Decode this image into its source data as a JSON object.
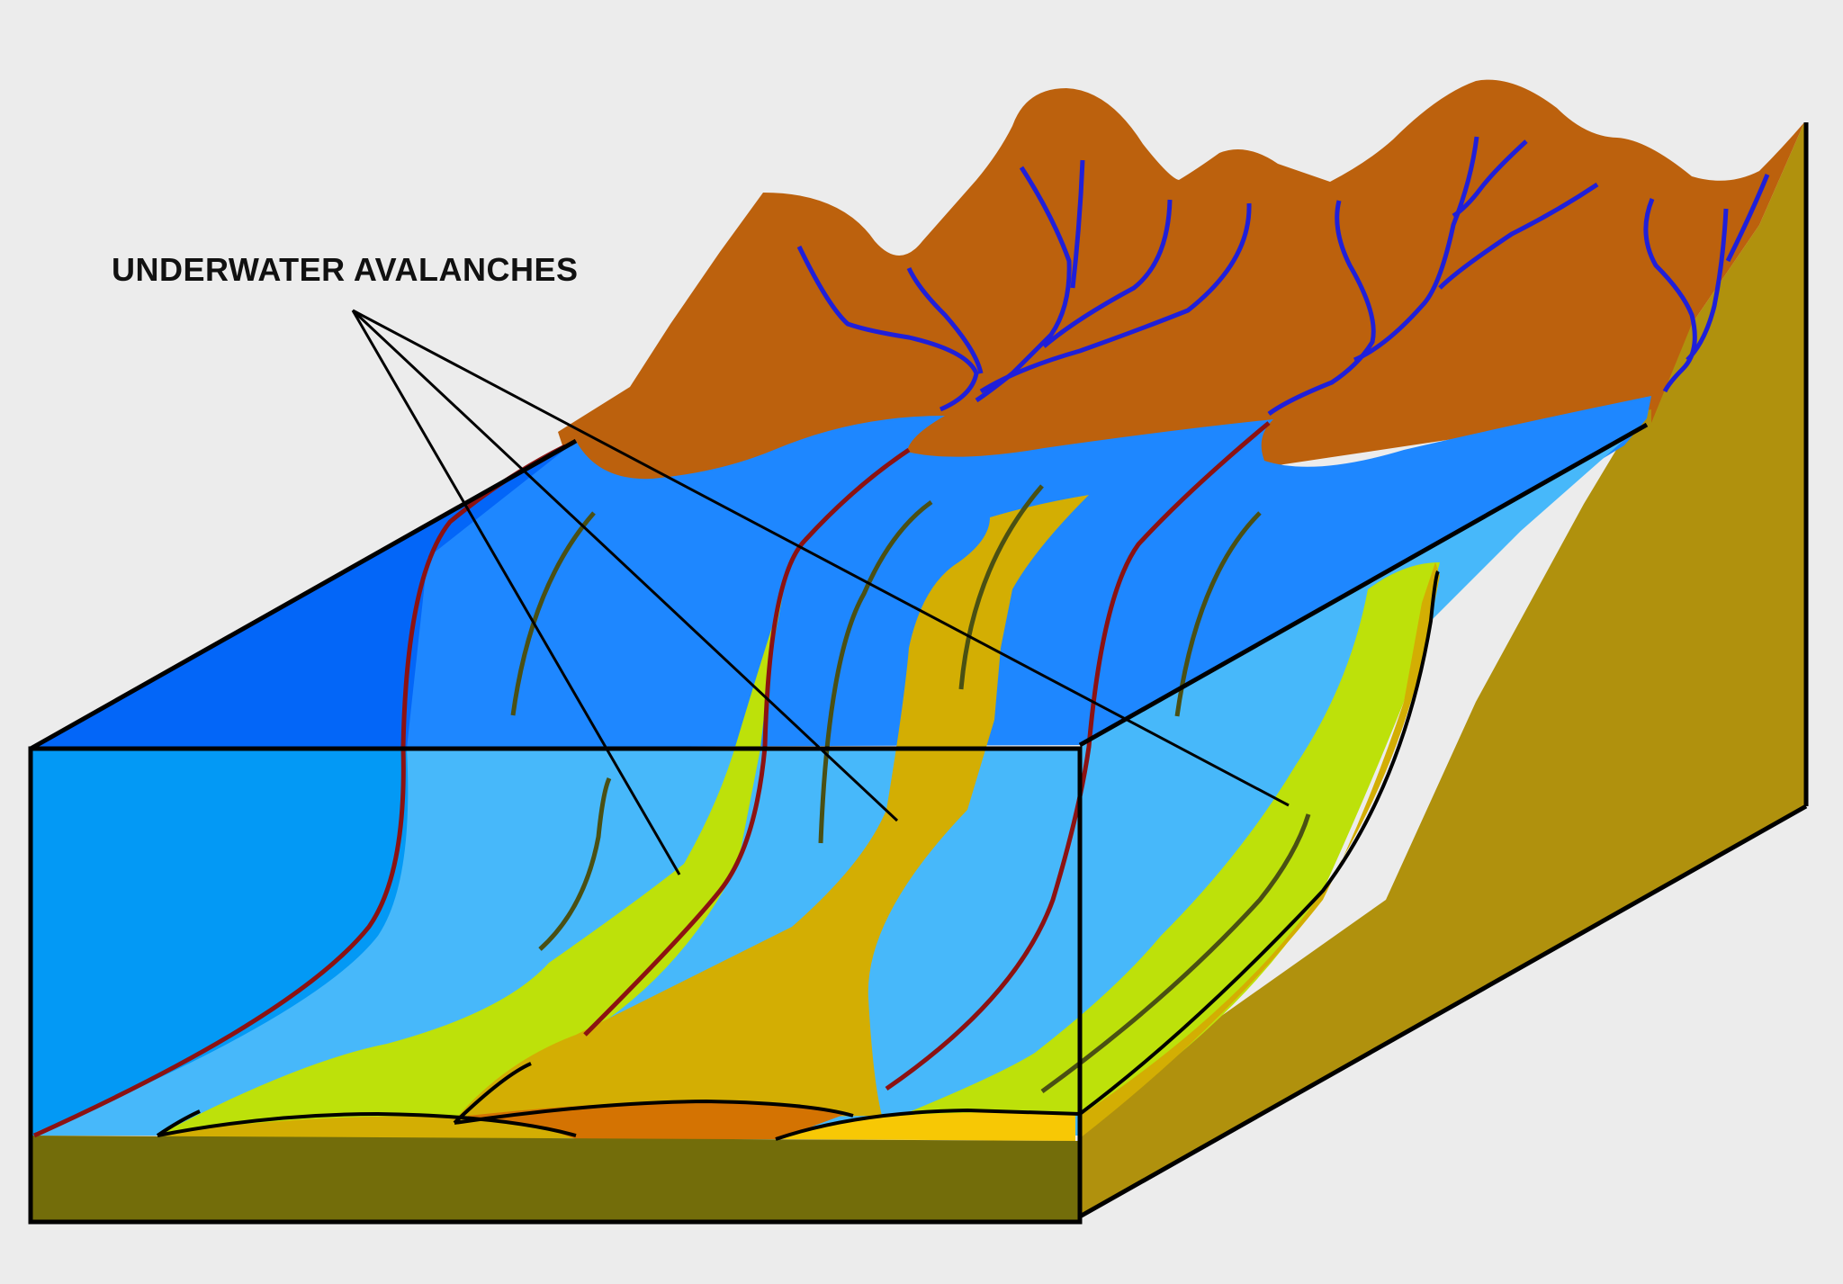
{
  "callout": {
    "label": "UNDERWATER AVALANCHES"
  },
  "colors": {
    "background": "#ececec",
    "mountains": "#bc610d",
    "river": "#1f1fd9",
    "shallow_water": "#1e87ff",
    "water_top_dark": "#0366f8",
    "water_front": "#0399f5",
    "water_light": "#47b8fa",
    "avalanche_green": "#bde10a",
    "avalanche_gold": "#d3ae03",
    "deposit_orange": "#d47302",
    "deposit_yellow": "#f7c805",
    "seabed_front": "#736d0a",
    "slope_side": "#b0910d",
    "flow_line_red": "#8c1212",
    "flow_line_olive": "#4a5014",
    "outline": "#000000"
  },
  "features": [
    {
      "name": "mountains",
      "label_shown": false
    },
    {
      "name": "rivers",
      "label_shown": false
    },
    {
      "name": "underwater-avalanches",
      "count": 3
    }
  ]
}
